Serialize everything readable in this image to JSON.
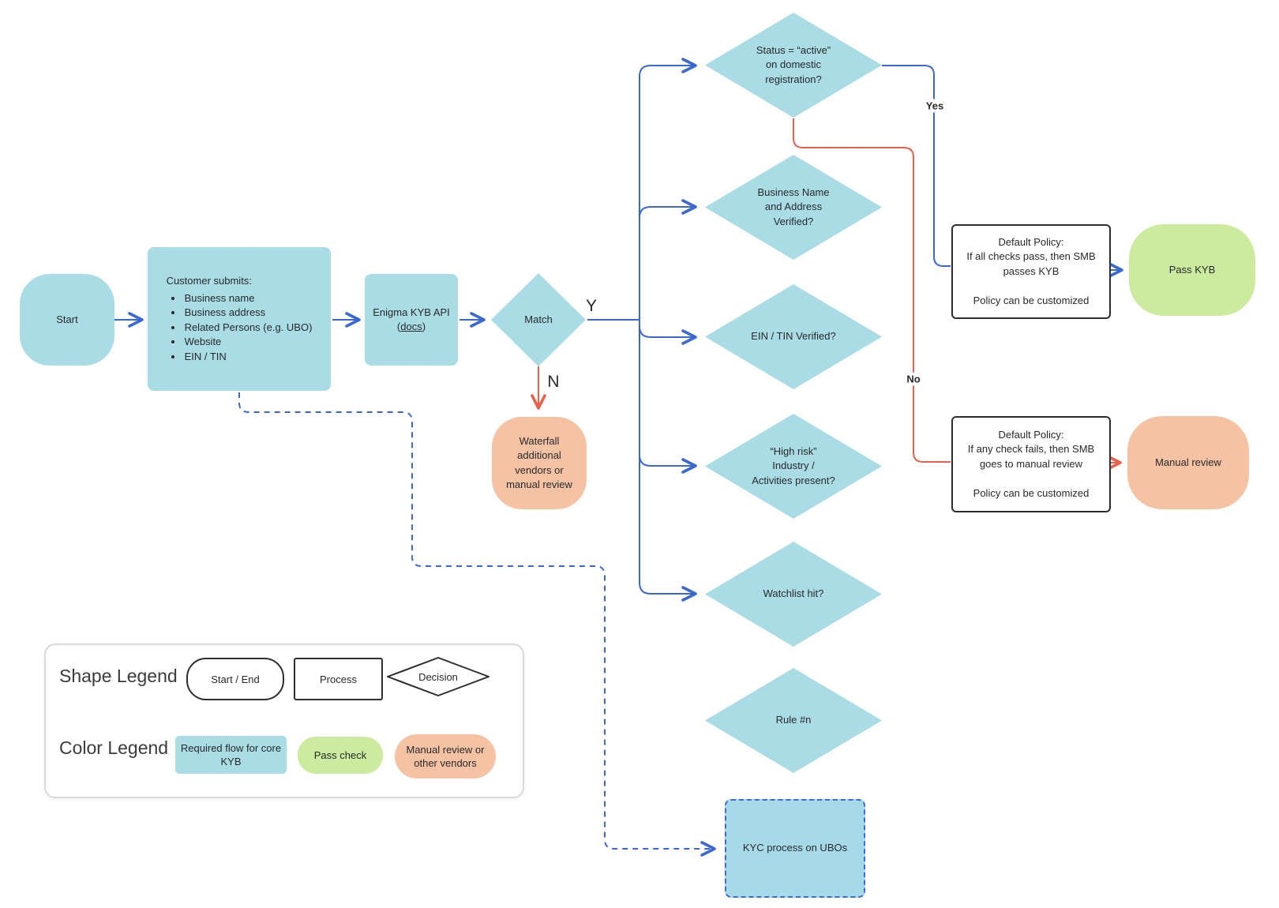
{
  "colors": {
    "required_flow_teal": "#a9dce5",
    "pass_green": "#cdeb9f",
    "manual_salmon": "#f5c2a3",
    "flow_blue": "#3a68d0",
    "fail_red": "#e8604e",
    "node_border_black": "#2b2d30",
    "kyc_dashed_blue": "#3e6bd3"
  },
  "nodes": {
    "start": {
      "label": "Start"
    },
    "customer": {
      "title": "Customer submits:",
      "items": [
        "Business name",
        "Business address",
        "Related Persons (e.g. UBO)",
        "Website",
        "EIN / TIN"
      ]
    },
    "enigma": {
      "title": "Enigma KYB API",
      "link_open": "(",
      "link": "docs",
      "link_close": ")"
    },
    "match": {
      "label": "Match"
    },
    "waterfall": {
      "label": "Waterfall\nadditional\nvendors or\nmanual review"
    },
    "decision_status": {
      "label": "Status = “active”\non domestic\nregistration?"
    },
    "decision_name_address": {
      "label": "Business Name\nand Address\nVerified?"
    },
    "decision_ein": {
      "label": "EIN / TIN Verified?"
    },
    "decision_high_risk": {
      "label": "“High risk”\nIndustry /\nActivities present?"
    },
    "decision_watchlist": {
      "label": "Watchlist hit?"
    },
    "decision_rule_n": {
      "label": "Rule #n"
    },
    "policy_pass": {
      "label": "Default Policy:\nIf all checks pass, then SMB\npasses KYB\n\nPolicy can be customized"
    },
    "pass_kyb": {
      "label": "Pass KYB"
    },
    "policy_fail": {
      "label": "Default Policy:\nIf any check fails, then SMB\ngoes to manual review\n\nPolicy can be customized"
    },
    "manual_review": {
      "label": "Manual review"
    },
    "kyc_ubo": {
      "label": "KYC process on UBOs"
    }
  },
  "edge_labels": {
    "match_yes": "Y",
    "match_no": "N",
    "checks_pass": "Yes",
    "checks_fail": "No"
  },
  "legend": {
    "shape_title": "Shape Legend",
    "shapes": {
      "start_end": "Start / End",
      "process": "Process",
      "decision": "Decision"
    },
    "color_title": "Color Legend",
    "chips": {
      "core": "Required flow for core\nKYB",
      "pass": "Pass check",
      "manual": "Manual review or\nother vendors"
    }
  }
}
